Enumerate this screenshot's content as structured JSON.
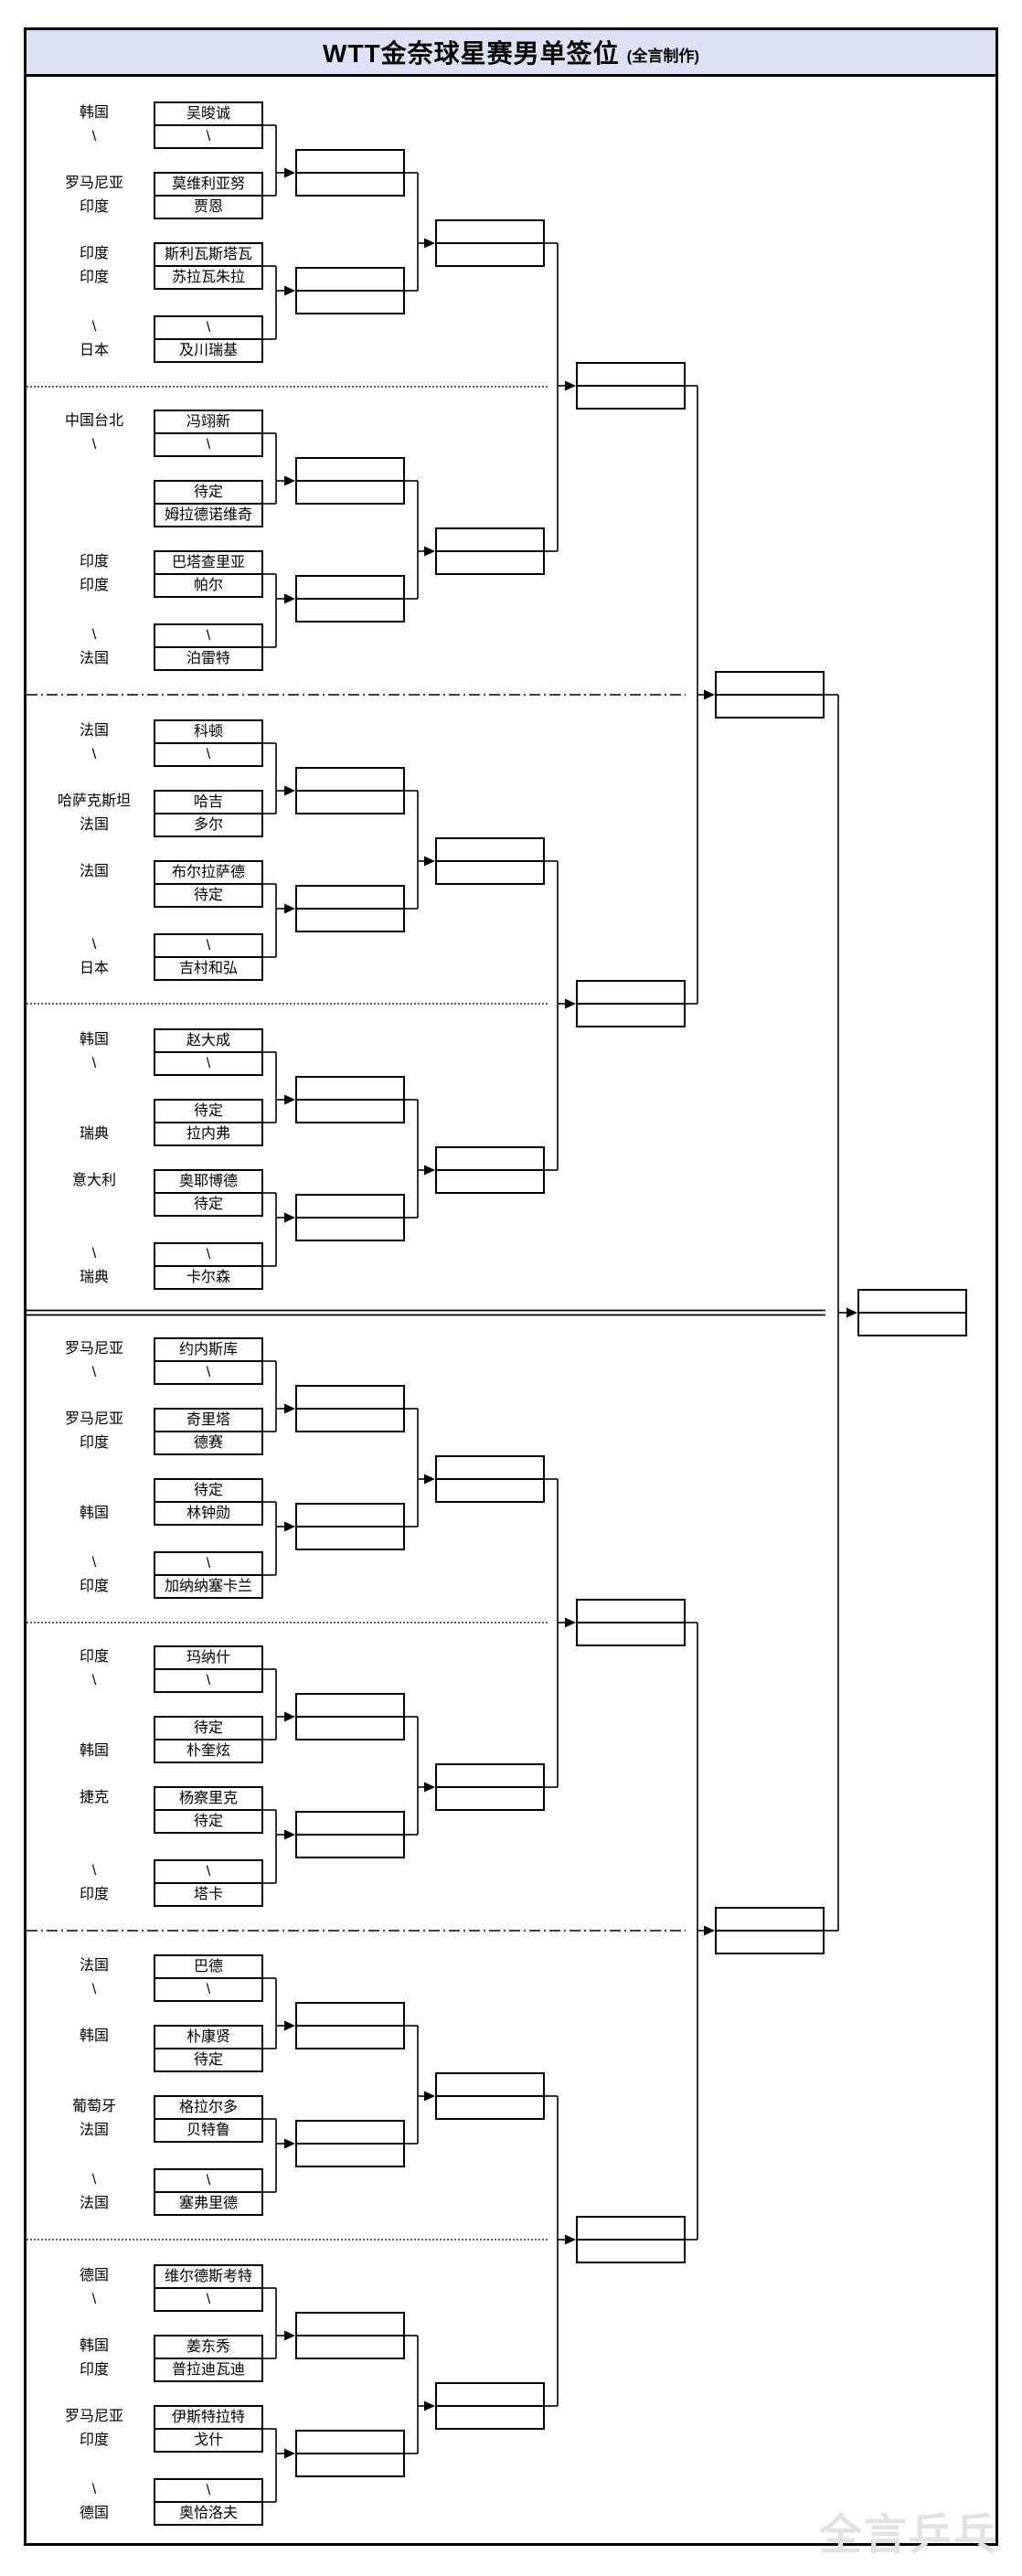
{
  "title": {
    "main": "WTT金奈球星赛男单签位",
    "credit": "(全言制作)"
  },
  "watermark": "全言乒乓",
  "colors": {
    "title_bg": "#dce1f3",
    "line": "#000000",
    "watermark": "#e2e2e2"
  },
  "bracket": {
    "groups": [
      {
        "entries": [
          {
            "country": "韩国",
            "name": "吴晙诚"
          },
          {
            "country": "\\",
            "name": "\\"
          },
          {
            "country": "罗马尼亚",
            "name": "莫维利亚努"
          },
          {
            "country": "印度",
            "name": "贾恩"
          },
          {
            "country": "印度",
            "name": "斯利瓦斯塔瓦"
          },
          {
            "country": "印度",
            "name": "苏拉瓦朱拉"
          },
          {
            "country": "\\",
            "name": "\\"
          },
          {
            "country": "日本",
            "name": "及川瑞基"
          }
        ]
      },
      {
        "entries": [
          {
            "country": "中国台北",
            "name": "冯翊新"
          },
          {
            "country": "\\",
            "name": "\\"
          },
          {
            "country": "",
            "name": "待定"
          },
          {
            "country": "",
            "name": "姆拉德诺维奇"
          },
          {
            "country": "印度",
            "name": "巴塔查里亚"
          },
          {
            "country": "印度",
            "name": "帕尔"
          },
          {
            "country": "\\",
            "name": "\\"
          },
          {
            "country": "法国",
            "name": "泊雷特"
          }
        ]
      },
      {
        "entries": [
          {
            "country": "法国",
            "name": "科顿"
          },
          {
            "country": "\\",
            "name": "\\"
          },
          {
            "country": "哈萨克斯坦",
            "name": "哈吉"
          },
          {
            "country": "法国",
            "name": "多尔"
          },
          {
            "country": "法国",
            "name": "布尔拉萨德"
          },
          {
            "country": "",
            "name": "待定"
          },
          {
            "country": "\\",
            "name": "\\"
          },
          {
            "country": "日本",
            "name": "吉村和弘"
          }
        ]
      },
      {
        "entries": [
          {
            "country": "韩国",
            "name": "赵大成"
          },
          {
            "country": "\\",
            "name": "\\"
          },
          {
            "country": "",
            "name": "待定"
          },
          {
            "country": "瑞典",
            "name": "拉内弗"
          },
          {
            "country": "意大利",
            "name": "奥耶博德"
          },
          {
            "country": "",
            "name": "待定"
          },
          {
            "country": "\\",
            "name": "\\"
          },
          {
            "country": "瑞典",
            "name": "卡尔森"
          }
        ]
      },
      {
        "entries": [
          {
            "country": "罗马尼亚",
            "name": "约内斯库"
          },
          {
            "country": "\\",
            "name": "\\"
          },
          {
            "country": "罗马尼亚",
            "name": "奇里塔"
          },
          {
            "country": "印度",
            "name": "德赛"
          },
          {
            "country": "",
            "name": "待定"
          },
          {
            "country": "韩国",
            "name": "林钟勋"
          },
          {
            "country": "\\",
            "name": "\\"
          },
          {
            "country": "印度",
            "name": "加纳纳塞卡兰"
          }
        ]
      },
      {
        "entries": [
          {
            "country": "印度",
            "name": "玛纳什"
          },
          {
            "country": "\\",
            "name": "\\"
          },
          {
            "country": "",
            "name": "待定"
          },
          {
            "country": "韩国",
            "name": "朴奎炫"
          },
          {
            "country": "捷克",
            "name": "杨察里克"
          },
          {
            "country": "",
            "name": "待定"
          },
          {
            "country": "\\",
            "name": "\\"
          },
          {
            "country": "印度",
            "name": "塔卡"
          }
        ]
      },
      {
        "entries": [
          {
            "country": "法国",
            "name": "巴德"
          },
          {
            "country": "\\",
            "name": "\\"
          },
          {
            "country": "韩国",
            "name": "朴康贤"
          },
          {
            "country": "",
            "name": "待定"
          },
          {
            "country": "葡萄牙",
            "name": "格拉尔多"
          },
          {
            "country": "法国",
            "name": "贝特鲁"
          },
          {
            "country": "\\",
            "name": "\\"
          },
          {
            "country": "法国",
            "name": "塞弗里德"
          }
        ]
      },
      {
        "entries": [
          {
            "country": "德国",
            "name": "维尔德斯考特"
          },
          {
            "country": "\\",
            "name": "\\"
          },
          {
            "country": "韩国",
            "name": "姜东秀"
          },
          {
            "country": "印度",
            "name": "普拉迪瓦迪"
          },
          {
            "country": "罗马尼亚",
            "name": "伊斯特拉特"
          },
          {
            "country": "印度",
            "name": "戈什"
          },
          {
            "country": "\\",
            "name": "\\"
          },
          {
            "country": "德国",
            "name": "奥恰洛夫"
          }
        ]
      }
    ]
  }
}
